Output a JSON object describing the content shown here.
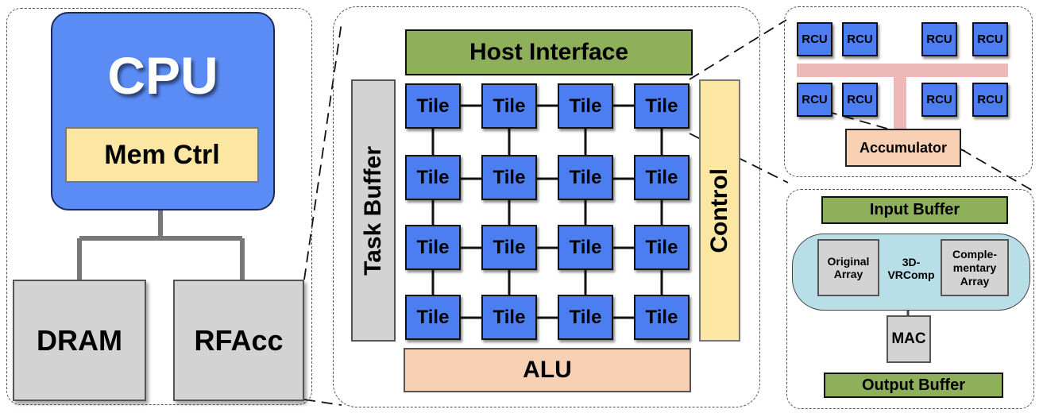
{
  "system": {
    "cpu_label": "CPU",
    "mem_ctrl_label": "Mem Ctrl",
    "dram_label": "DRAM",
    "rfacc_label": "RFAcc"
  },
  "accelerator": {
    "host_interface_label": "Host Interface",
    "task_buffer_label": "Task Buffer",
    "control_label": "Control",
    "alu_label": "ALU",
    "tiles": [
      [
        "Tile",
        "Tile",
        "Tile",
        "Tile"
      ],
      [
        "Tile",
        "Tile",
        "Tile",
        "Tile"
      ],
      [
        "Tile",
        "Tile",
        "Tile",
        "Tile"
      ],
      [
        "Tile",
        "Tile",
        "Tile",
        "Tile"
      ]
    ]
  },
  "tile_detail": {
    "rcu_labels": [
      "RCU",
      "RCU",
      "RCU",
      "RCU",
      "RCU",
      "RCU",
      "RCU",
      "RCU"
    ],
    "accumulator_label": "Accumulator"
  },
  "rcu_detail": {
    "input_buffer_label": "Input Buffer",
    "vrcomp_label_line1": "3D-",
    "vrcomp_label_line2": "VRComp",
    "original_array_line1": "Original",
    "original_array_line2": "Array",
    "complementary_array_line1": "Comple-",
    "complementary_array_line2": "mentary",
    "complementary_array_line3": "Array",
    "mac_label": "MAC",
    "output_buffer_label": "Output Buffer"
  },
  "colors": {
    "cpu_blue": "#5b8cf6",
    "tile_blue": "#4c7ef2",
    "host_green": "#8fb05a",
    "alu_peach": "#f8d0b4",
    "memctrl_yellow": "#fbe6a2",
    "rail_pink": "#efb8b8",
    "vrcomp_cyan": "#b8dfe8",
    "module_grey": "#d3d3d3"
  }
}
